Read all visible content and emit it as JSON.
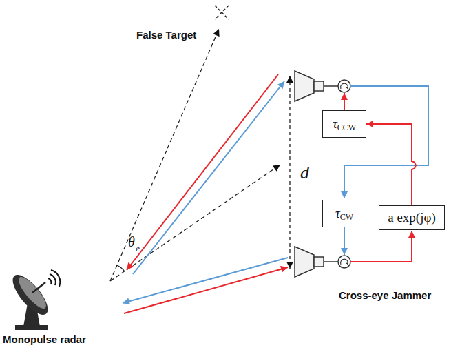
{
  "diagram": {
    "nodes": [
      {
        "text": [
          "τ",
          "CCW"
        ]
      },
      {
        "text": [
          "τ",
          "CW"
        ]
      },
      {
        "text": [
          "a exp(jφ)"
        ]
      }
    ],
    "edges": [
      {
        "from": 2,
        "to": 0,
        "arrow": "to"
      }
    ],
    "labels": [
      "False Target",
      "θ",
      "e",
      "d",
      "Cross-eye Jammer",
      "Monopulse radar"
    ]
  }
}
